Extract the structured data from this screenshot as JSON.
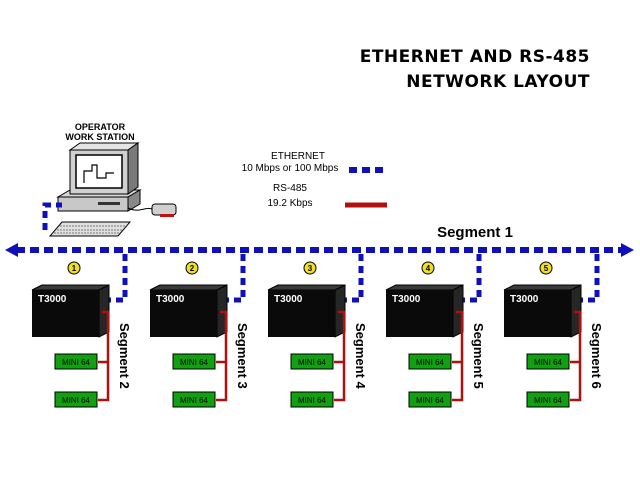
{
  "title": {
    "line1": "ETHERNET AND RS-485",
    "line2": "NETWORK LAYOUT"
  },
  "workstation": {
    "label_line1": "OPERATOR",
    "label_line2": "WORK STATION",
    "icon": "computer-workstation-icon"
  },
  "legend": {
    "ethernet_title": "ETHERNET",
    "ethernet_speed": "10 Mbps or 100 Mbps",
    "rs485_title": "RS-485",
    "rs485_speed": "19.2 Kbps"
  },
  "backbone": {
    "label": "Segment 1"
  },
  "colors": {
    "ethernet": "#1010b8",
    "rs485": "#b01010",
    "controller": "#0a0a0a",
    "module": "#10a010",
    "badge": "#f0e020"
  },
  "nodes": [
    {
      "number": "1",
      "controller": "T3000",
      "segment": "Segment 2",
      "modules": [
        "MINI 64",
        "MINI 64"
      ]
    },
    {
      "number": "2",
      "controller": "T3000",
      "segment": "Segment 3",
      "modules": [
        "MINI 64",
        "MINI 64"
      ]
    },
    {
      "number": "3",
      "controller": "T3000",
      "segment": "Segment 4",
      "modules": [
        "MINI 64",
        "MINI 64"
      ]
    },
    {
      "number": "4",
      "controller": "T3000",
      "segment": "Segment 5",
      "modules": [
        "MINI 64",
        "MINI 64"
      ]
    },
    {
      "number": "5",
      "controller": "T3000",
      "segment": "Segment 6",
      "modules": [
        "MINI 64",
        "MINI 64"
      ]
    }
  ]
}
